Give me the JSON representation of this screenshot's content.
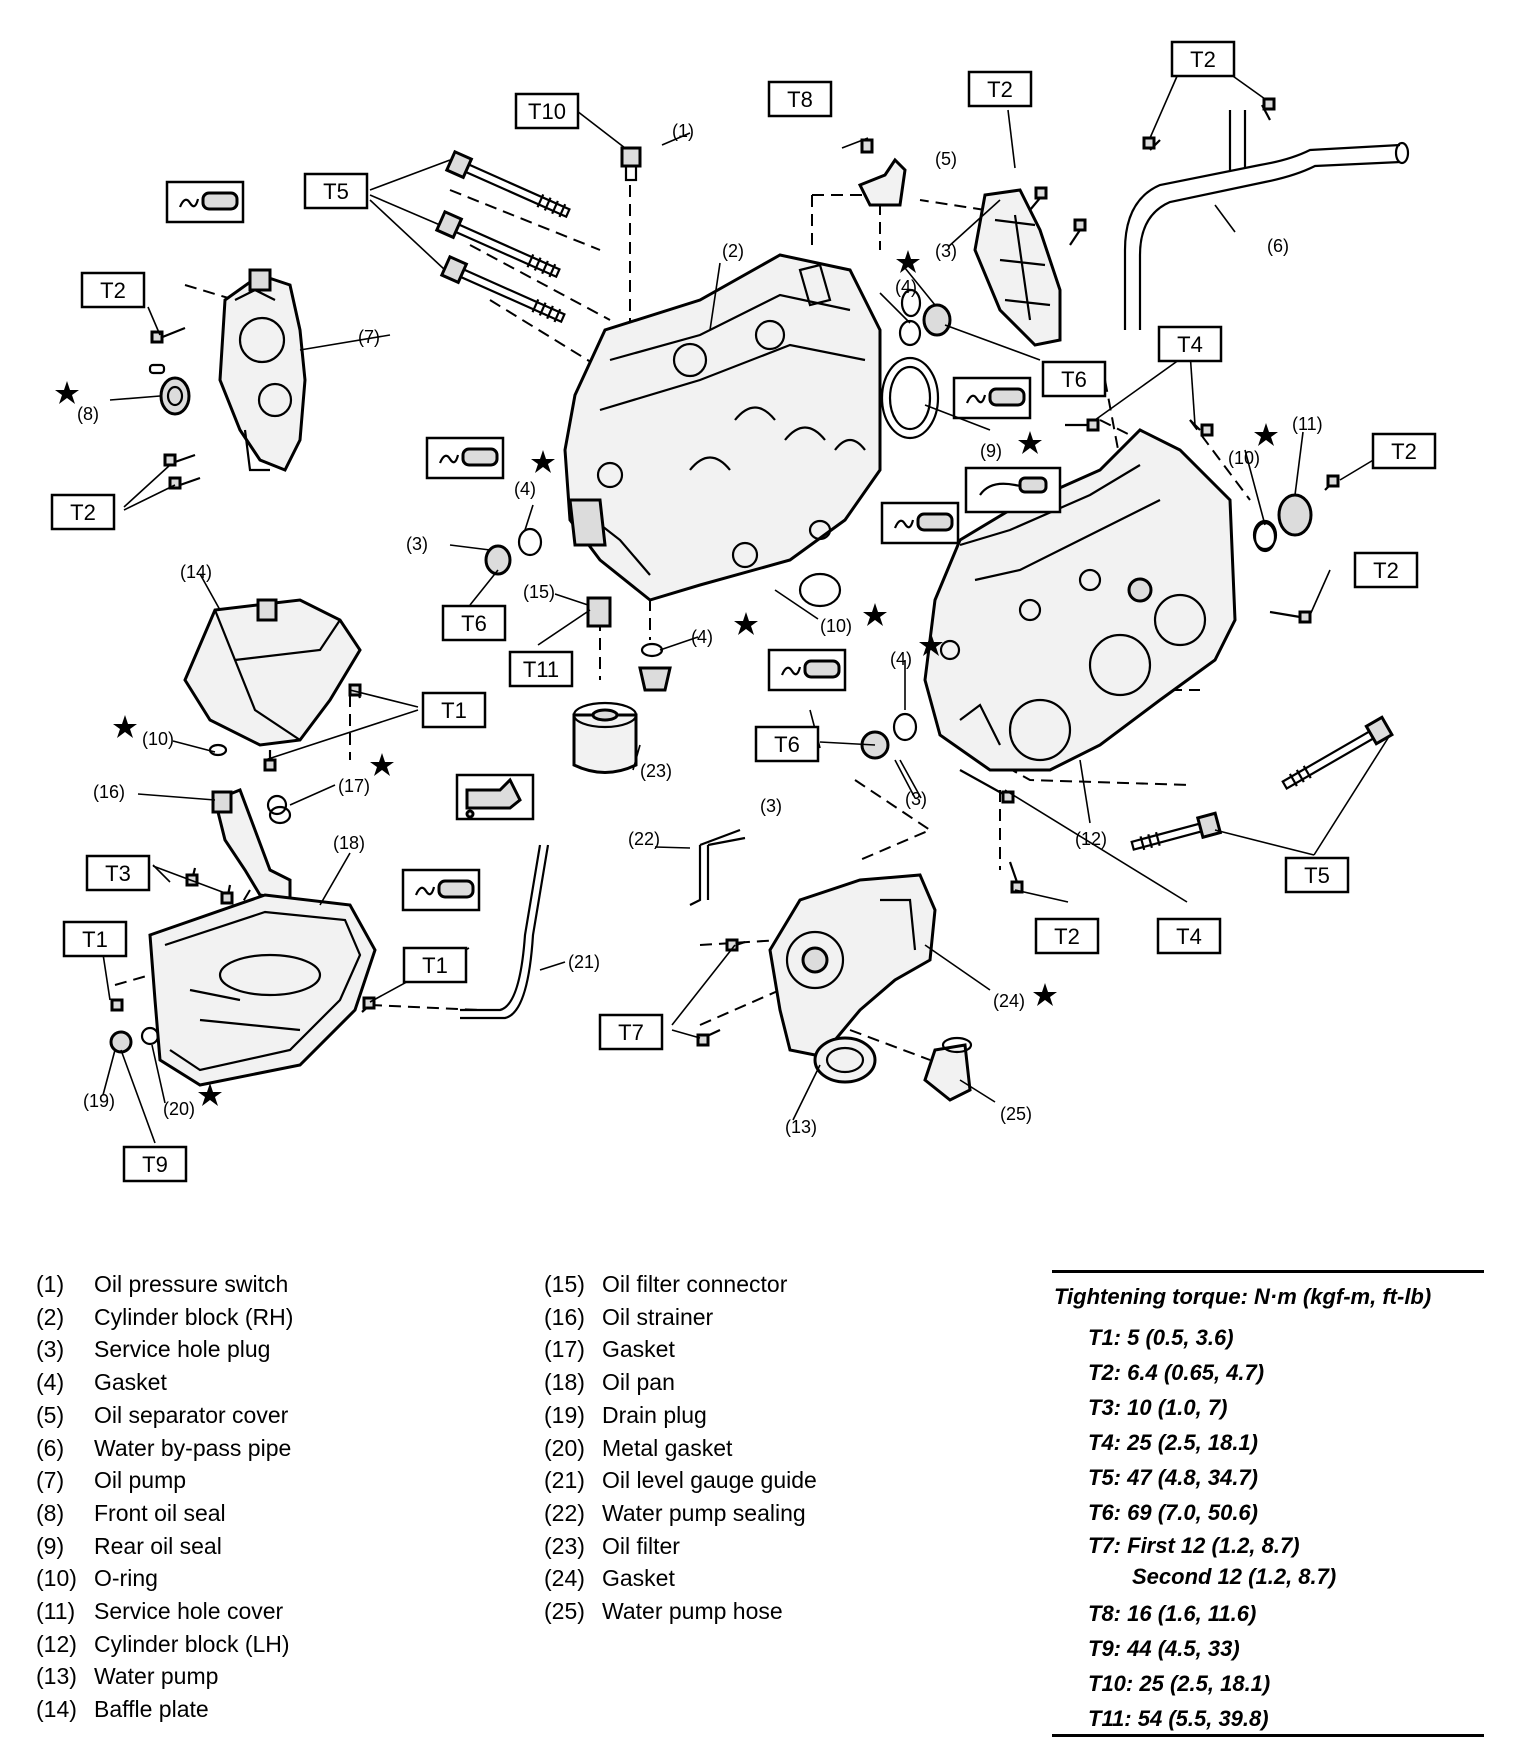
{
  "diagram": {
    "torque_labels": [
      "T10",
      "T8",
      "T2",
      "T2",
      "T5",
      "T2",
      "T2",
      "T6",
      "T4",
      "T2",
      "T2",
      "T6",
      "T11",
      "T1",
      "T6",
      "T3",
      "T1",
      "T1",
      "T7",
      "T9",
      "T2",
      "T4",
      "T5"
    ],
    "callouts": [
      "(1)",
      "(2)",
      "(3)",
      "(4)",
      "(5)",
      "(6)",
      "(7)",
      "(8)",
      "(9)",
      "(10)",
      "(11)",
      "(3)",
      "(4)",
      "(14)",
      "(15)",
      "(10)",
      "(4)",
      "(3)",
      "(4)",
      "(10)",
      "(16)",
      "(17)",
      "(18)",
      "(23)",
      "(22)",
      "(21)",
      "(19)",
      "(20)",
      "(13)",
      "(24)",
      "(25)",
      "(12)",
      "(3)"
    ]
  },
  "legend": {
    "items": [
      {
        "num": "(1)",
        "name": "Oil pressure switch"
      },
      {
        "num": "(2)",
        "name": "Cylinder block (RH)"
      },
      {
        "num": "(3)",
        "name": "Service hole plug"
      },
      {
        "num": "(4)",
        "name": "Gasket"
      },
      {
        "num": "(5)",
        "name": "Oil separator cover"
      },
      {
        "num": "(6)",
        "name": "Water by-pass pipe"
      },
      {
        "num": "(7)",
        "name": "Oil pump"
      },
      {
        "num": "(8)",
        "name": "Front oil seal"
      },
      {
        "num": "(9)",
        "name": "Rear oil seal"
      },
      {
        "num": "(10)",
        "name": "O-ring"
      },
      {
        "num": "(11)",
        "name": "Service hole cover"
      },
      {
        "num": "(12)",
        "name": "Cylinder block (LH)"
      },
      {
        "num": "(13)",
        "name": "Water pump"
      },
      {
        "num": "(14)",
        "name": "Baffle plate"
      },
      {
        "num": "(15)",
        "name": "Oil filter connector"
      },
      {
        "num": "(16)",
        "name": "Oil strainer"
      },
      {
        "num": "(17)",
        "name": "Gasket"
      },
      {
        "num": "(18)",
        "name": "Oil pan"
      },
      {
        "num": "(19)",
        "name": "Drain plug"
      },
      {
        "num": "(20)",
        "name": "Metal gasket"
      },
      {
        "num": "(21)",
        "name": "Oil level gauge guide"
      },
      {
        "num": "(22)",
        "name": "Water pump sealing"
      },
      {
        "num": "(23)",
        "name": "Oil filter"
      },
      {
        "num": "(24)",
        "name": "Gasket"
      },
      {
        "num": "(25)",
        "name": "Water pump hose"
      }
    ]
  },
  "torque": {
    "heading": "Tightening torque: N·m (kgf-m, ft-lb)",
    "rows": [
      {
        "label": "T1:",
        "value": "5 (0.5, 3.6)"
      },
      {
        "label": "T2:",
        "value": "6.4 (0.65, 4.7)"
      },
      {
        "label": "T3:",
        "value": "10 (1.0, 7)"
      },
      {
        "label": "T4:",
        "value": "25 (2.5, 18.1)"
      },
      {
        "label": "T5:",
        "value": "47 (4.8, 34.7)"
      },
      {
        "label": "T6:",
        "value": "69 (7.0, 50.6)"
      },
      {
        "label": "T7:",
        "value": "First 12 (1.2, 8.7)",
        "second": "Second 12 (1.2, 8.7)"
      },
      {
        "label": "T8:",
        "value": "16 (1.6, 11.6)"
      },
      {
        "label": "T9:",
        "value": "44 (4.5, 33)"
      },
      {
        "label": "T10:",
        "value": "25 (2.5, 18.1)"
      },
      {
        "label": "T11:",
        "value": "54 (5.5, 39.8)"
      }
    ]
  },
  "colors": {
    "ink": "#000000",
    "paper": "#ffffff"
  }
}
